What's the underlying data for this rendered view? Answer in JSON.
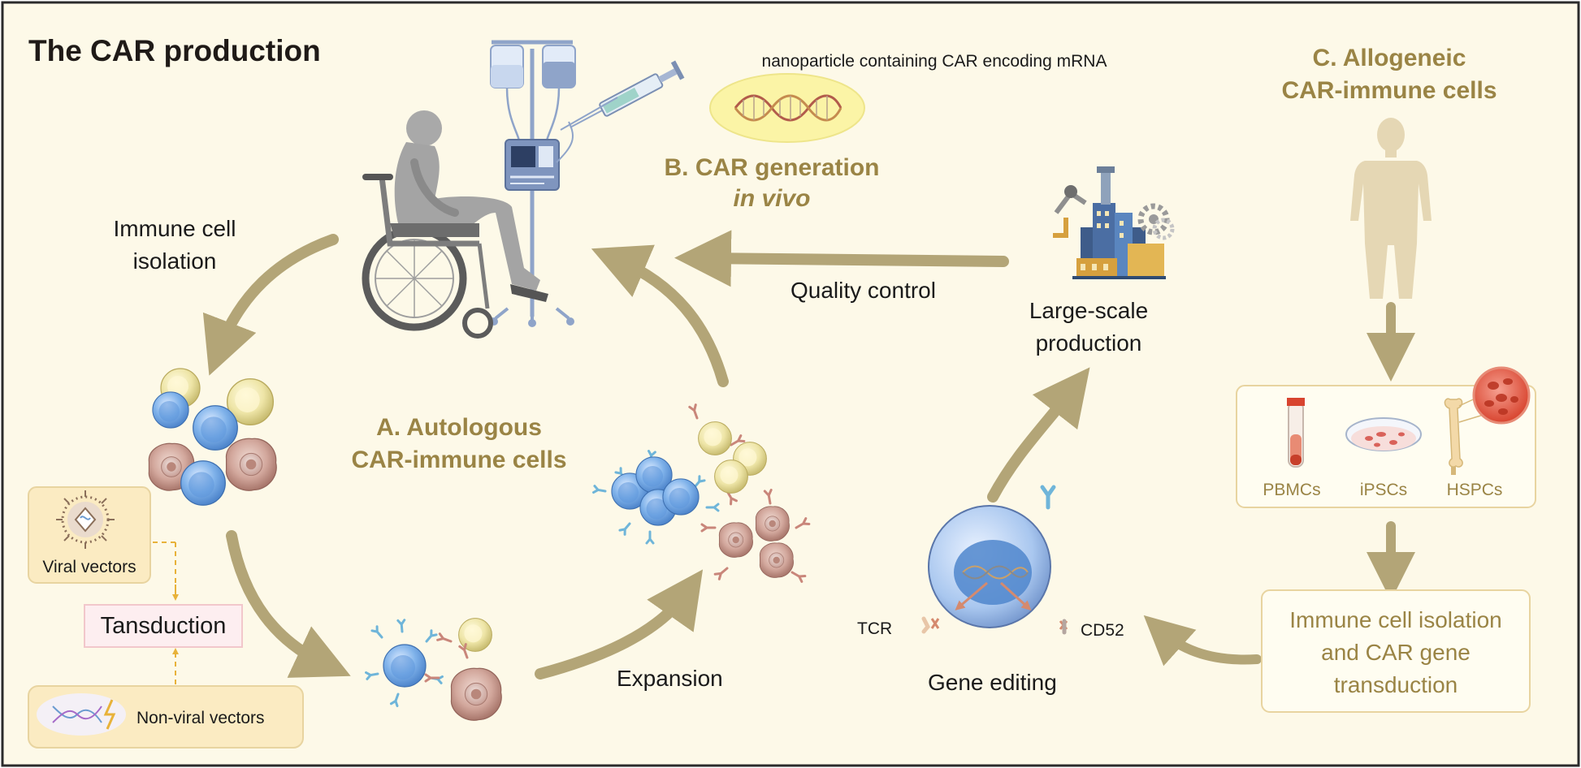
{
  "title": "The CAR production",
  "sections": {
    "a_line1": "A. Autologous",
    "a_line2": "CAR-immune cells",
    "b_line1": "B. CAR generation",
    "b_line2": "in vivo",
    "c_line1": "C. Allogeneic",
    "c_line2": "CAR-immune cells"
  },
  "labels": {
    "nanoparticle": "nanoparticle containing CAR encoding mRNA",
    "immune_isolation_1": "Immune cell",
    "immune_isolation_2": "isolation",
    "quality_control": "Quality control",
    "large_scale_1": "Large-scale",
    "large_scale_2": "production",
    "expansion": "Expansion",
    "gene_editing": "Gene editing",
    "tcr": "TCR",
    "cd52": "CD52",
    "viral_vectors": "Viral vectors",
    "transduction": "Tansduction",
    "non_viral_vectors": "Non-viral vectors",
    "pbmcs": "PBMCs",
    "ipscs": "iPSCs",
    "hspcs": "HSPCs",
    "isolation_transduction_1": "Immune cell isolation",
    "isolation_transduction_2": "and CAR gene",
    "isolation_transduction_3": "transduction"
  },
  "colors": {
    "background": "#fdf9e8",
    "accent_gold": "#9a8445",
    "arrow": "#b3a577",
    "box_border": "#e8d4a0",
    "cell_blue": "#6aa3e0",
    "cell_yellow": "#ece3a4",
    "cell_red": "#c89d93",
    "dashed": "#e8b23a"
  },
  "icons": [
    "patient-wheelchair-icon",
    "iv-drip-icon",
    "syringe-icon",
    "dna-icon",
    "factory-icon",
    "human-silhouette-icon",
    "virus-icon",
    "test-tube-icon",
    "petri-dish-icon",
    "bone-icon",
    "blood-cells-icon"
  ]
}
